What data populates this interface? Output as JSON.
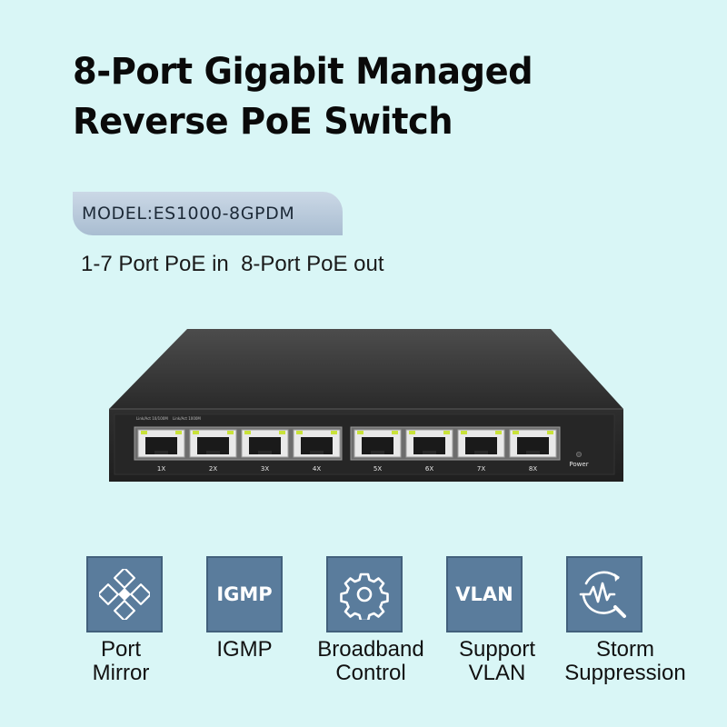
{
  "title": {
    "line1": "8-Port Gigabit Managed",
    "line2": "Reverse PoE Switch"
  },
  "model": "MODEL:ES1000-8GPDM",
  "subtitle": "1-7 Port PoE in  8-Port PoE out",
  "device": {
    "port_labels": [
      "1X",
      "2X",
      "3X",
      "4X",
      "5X",
      "6X",
      "7X",
      "8X"
    ],
    "power_label": "Power",
    "tiny_labels": [
      "Link/Act 10/100M",
      "Link/Act 1000M"
    ]
  },
  "features": [
    {
      "icon": "port-mirror-icon",
      "icon_text": "",
      "label_lines": [
        "Port",
        "Mirror"
      ]
    },
    {
      "icon": "igmp-icon",
      "icon_text": "IGMP",
      "label_lines": [
        "IGMP"
      ]
    },
    {
      "icon": "gear-icon",
      "icon_text": "",
      "label_lines": [
        "Broadband",
        "Control"
      ]
    },
    {
      "icon": "vlan-icon",
      "icon_text": "VLAN",
      "label_lines": [
        "Support",
        "VLAN"
      ]
    },
    {
      "icon": "storm-suppression-icon",
      "icon_text": "",
      "label_lines": [
        "Storm",
        "Suppression"
      ]
    }
  ],
  "colors": {
    "background": "#d9f6f6",
    "icon_tile": "#5a7c9c",
    "badge": "#b8c9da",
    "device_body": "#2b2b2b",
    "led": "#c9e23a"
  }
}
